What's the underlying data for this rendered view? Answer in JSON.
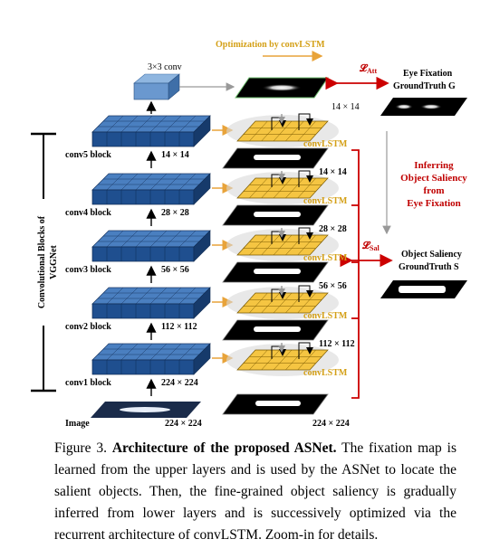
{
  "diagram": {
    "optimization_label": "Optimization by convLSTM",
    "conv3x3_label": "3×3 conv",
    "att_loss": "𝓛",
    "att_loss_sub": "Att",
    "sal_loss": "𝓛",
    "sal_loss_sub": "Sal",
    "eye_fixation_line1": "Eye Fixation",
    "eye_fixation_line2": "GroundTruth G",
    "inferring_lines": [
      "Inferring",
      "Object Saliency",
      "from",
      "Eye Fixation"
    ],
    "object_saliency_line1": "Object Saliency",
    "object_saliency_line2": "GroundTruth S",
    "vertical_label_line1": "Convolutional Blocks of",
    "vertical_label_line2": "VGGNet",
    "image_label": "Image",
    "convlstm_label": "convLSTM",
    "blocks": [
      {
        "name": "conv5 block",
        "size": "14 × 14"
      },
      {
        "name": "conv4 block",
        "size": "28 × 28"
      },
      {
        "name": "conv3 block",
        "size": "56 × 56"
      },
      {
        "name": "conv2 block",
        "size": "112 × 112"
      },
      {
        "name": "conv1 block",
        "size": "224 × 224"
      }
    ],
    "image_size": "224 × 224",
    "att_map_size": "14 × 14",
    "lstm_sizes": [
      "14 × 14",
      "28 × 28",
      "56 × 56",
      "112 × 112"
    ],
    "output_size": "224 × 224"
  },
  "caption": {
    "prefix": "Figure 3. ",
    "bold": "Architecture of the proposed ASNet.",
    "rest": " The fixation map is learned from the upper layers and is used by the ASNet to locate the salient objects. Then, the fine-grained object saliency is gradually inferred from lower layers and is successively optimized via the recurrent architecture of convLSTM. Zoom-in for details."
  }
}
